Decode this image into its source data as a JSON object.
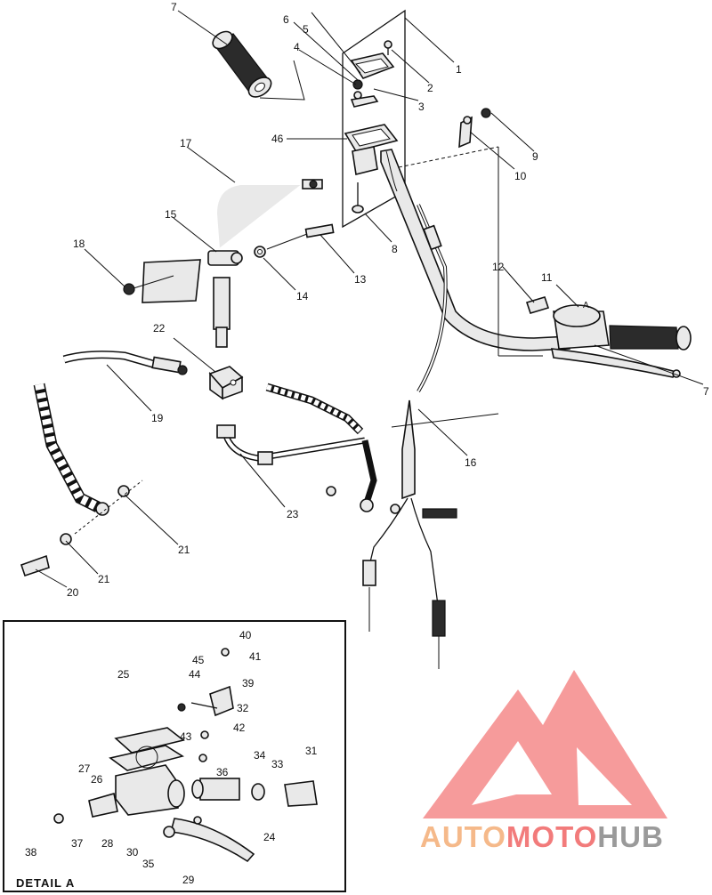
{
  "detail_label": "DETAIL A",
  "callouts": [
    {
      "id": "1",
      "text": "1"
    },
    {
      "id": "2",
      "text": "2"
    },
    {
      "id": "3",
      "text": "3"
    },
    {
      "id": "4",
      "text": "4"
    },
    {
      "id": "5",
      "text": "5"
    },
    {
      "id": "6",
      "text": "6"
    },
    {
      "id": "7a",
      "text": "7"
    },
    {
      "id": "7b",
      "text": "7"
    },
    {
      "id": "8",
      "text": "8"
    },
    {
      "id": "9",
      "text": "9"
    },
    {
      "id": "10",
      "text": "10"
    },
    {
      "id": "11",
      "text": "11"
    },
    {
      "id": "12",
      "text": "12"
    },
    {
      "id": "13",
      "text": "13"
    },
    {
      "id": "14",
      "text": "14"
    },
    {
      "id": "15",
      "text": "15"
    },
    {
      "id": "16",
      "text": "16"
    },
    {
      "id": "17",
      "text": "17"
    },
    {
      "id": "18",
      "text": "18"
    },
    {
      "id": "19",
      "text": "19"
    },
    {
      "id": "20",
      "text": "20"
    },
    {
      "id": "21a",
      "text": "21"
    },
    {
      "id": "21b",
      "text": "21"
    },
    {
      "id": "22",
      "text": "22"
    },
    {
      "id": "23",
      "text": "23"
    },
    {
      "id": "24",
      "text": "24"
    },
    {
      "id": "25",
      "text": "25"
    },
    {
      "id": "26",
      "text": "26"
    },
    {
      "id": "27",
      "text": "27"
    },
    {
      "id": "28",
      "text": "28"
    },
    {
      "id": "29",
      "text": "29"
    },
    {
      "id": "30",
      "text": "30"
    },
    {
      "id": "31",
      "text": "31"
    },
    {
      "id": "32",
      "text": "32"
    },
    {
      "id": "33",
      "text": "33"
    },
    {
      "id": "34",
      "text": "34"
    },
    {
      "id": "35",
      "text": "35"
    },
    {
      "id": "36",
      "text": "36"
    },
    {
      "id": "37",
      "text": "37"
    },
    {
      "id": "38",
      "text": "38"
    },
    {
      "id": "39",
      "text": "39"
    },
    {
      "id": "40",
      "text": "40"
    },
    {
      "id": "41",
      "text": "41"
    },
    {
      "id": "42",
      "text": "42"
    },
    {
      "id": "43",
      "text": "43"
    },
    {
      "id": "44",
      "text": "44"
    },
    {
      "id": "45",
      "text": "45"
    },
    {
      "id": "46",
      "text": "46"
    }
  ],
  "detail_marker": "A",
  "watermark": {
    "part1": "AUTO",
    "part2": "MOTO",
    "part3": "HUB",
    "color1": "#f5b98a",
    "color2": "#f27b7b",
    "color3": "#9a9a9a",
    "triangle_color": "#f48a8a"
  }
}
